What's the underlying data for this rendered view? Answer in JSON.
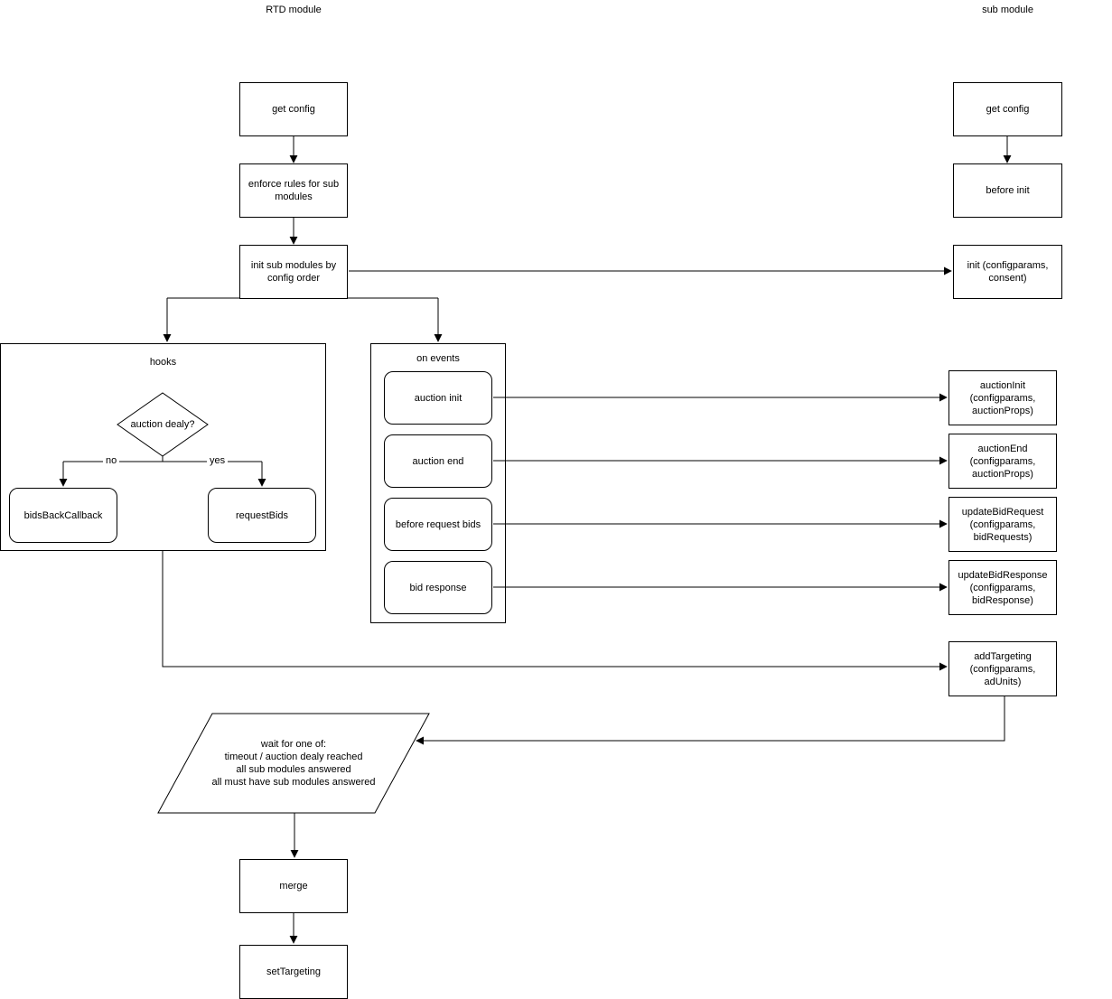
{
  "diagram": {
    "left_title": "RTD module",
    "right_title": "sub module",
    "rtd": {
      "get_config": "get config",
      "enforce_rules": "enforce rules for sub\nmodules",
      "init_sub_modules": "init sub modules by\nconfig order",
      "wait": "wait for one of:\ntimeout / auction dealy reached\nall sub modules answered\nall must have sub modules answered",
      "merge": "merge",
      "set_targeting": "setTargeting"
    },
    "hooks": {
      "title": "hooks",
      "decision": "auction dealy?",
      "no_label": "no",
      "yes_label": "yes",
      "bids_back_callback": "bidsBackCallback",
      "request_bids": "requestBids"
    },
    "events": {
      "title": "on events",
      "auction_init": "auction init",
      "auction_end": "auction end",
      "before_request_bids": "before request bids",
      "bid_response": "bid response"
    },
    "sub": {
      "get_config": "get config",
      "before_init": "before init",
      "init": "init (configparams,\nconsent)",
      "auction_init": "auctionInit\n(configparams,\nauctionProps)",
      "auction_end": "auctionEnd\n(configparams,\nauctionProps)",
      "update_bid_request": "updateBidRequest\n(configparams,\nbidRequests)",
      "update_bid_response": "updateBidResponse\n(configparams,\nbidResponse)",
      "add_targeting": "addTargeting\n(configparams,\nadUnits)"
    },
    "line_color": "#000000"
  }
}
